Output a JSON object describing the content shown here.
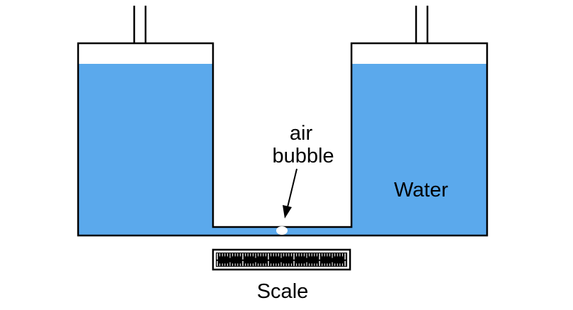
{
  "labels": {
    "air": "air",
    "bubble": "bubble",
    "water": "Water",
    "scale": "Scale"
  },
  "colors": {
    "water": "#5ba9ec",
    "outline": "#000000",
    "background": "#ffffff",
    "bubble": "#ffffff"
  }
}
